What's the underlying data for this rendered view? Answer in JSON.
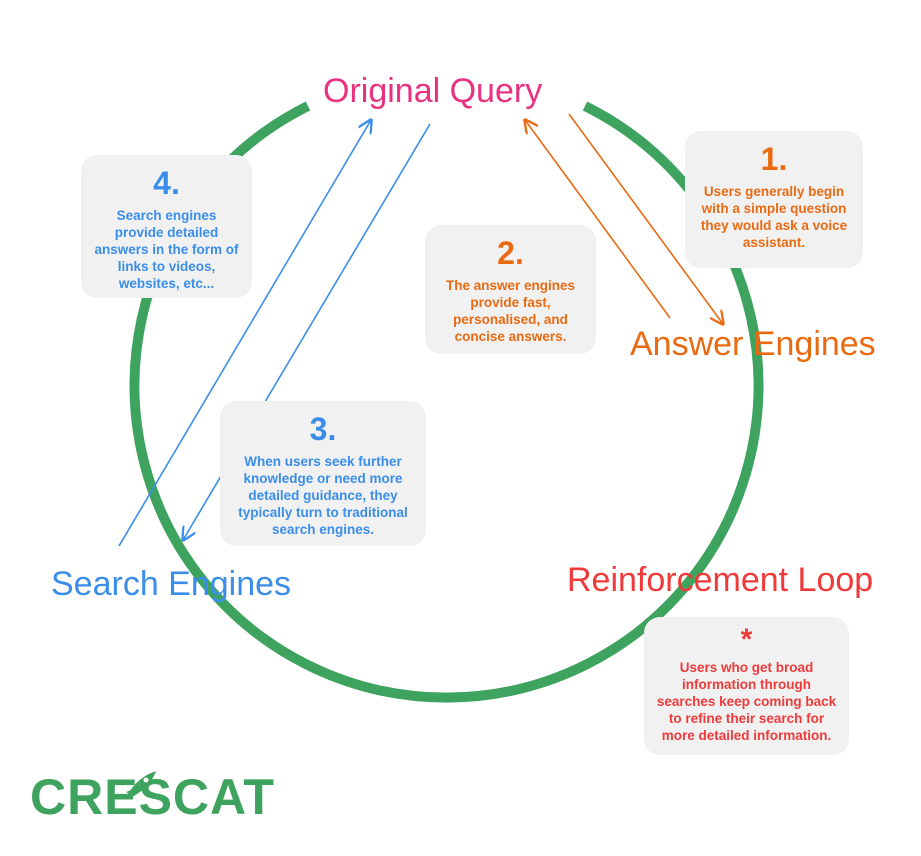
{
  "colors": {
    "loop": "#3ea35e",
    "query": "#e8317f",
    "answer": "#ea6a12",
    "search": "#3a8eea",
    "reinforce": "#f03a3a",
    "card_bg": "#f1f1f1",
    "brand": "#3ea35e"
  },
  "nodes": {
    "original_query": "Original Query",
    "answer_engines": "Answer Engines",
    "search_engines": "Search Engines",
    "reinforcement_loop": "Reinforcement Loop"
  },
  "cards": {
    "step1": {
      "number": "1.",
      "text": "Users generally begin with a simple question they would ask a voice assistant."
    },
    "step2": {
      "number": "2.",
      "text": "The answer engines provide fast, personalised, and concise answers."
    },
    "step3": {
      "number": "3.",
      "text": "When users seek further knowledge or need more detailed guidance, they typically turn to traditional search engines."
    },
    "step4": {
      "number": "4.",
      "text": "Search engines provide detailed answers in the form of links to videos, websites, etc..."
    },
    "reinforce": {
      "number": "*",
      "text": "Users who get broad information through searches keep coming back to refine their search for more detailed information."
    }
  },
  "brand": {
    "name": "CRESCAT",
    "icon": "rocket-icon"
  }
}
